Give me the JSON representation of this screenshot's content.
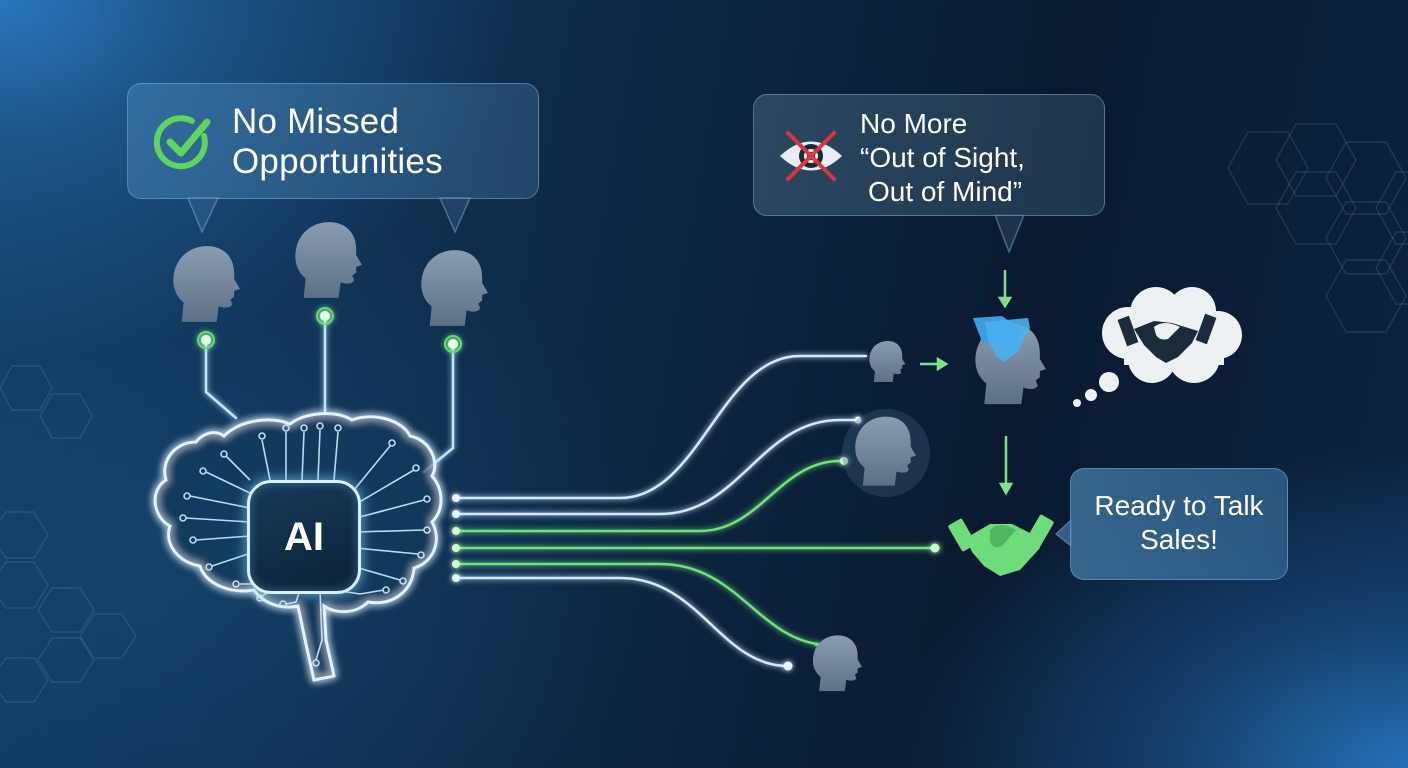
{
  "callouts": {
    "missed": {
      "line1": "No Missed",
      "line2": "Opportunities",
      "icon": "check-circle-icon",
      "icon_color": "#5fd45f"
    },
    "sight": {
      "line1": "No More",
      "line2": "“Out of Sight,",
      "line3": "Out of Mind”",
      "icon": "eye-crossed-icon",
      "cross_color": "#d9363e"
    },
    "sales": {
      "line1": "Ready to Talk",
      "line2": "Sales!"
    }
  },
  "core": {
    "label": "AI",
    "icon": "brain-circuit-icon"
  },
  "nodes": {
    "top_heads": 3,
    "right_heads": 4,
    "output_lines": 6
  },
  "colors": {
    "glow_blue": "#cde9ff",
    "glow_green": "#6fe27a",
    "head": "#7d8fa3",
    "arrow_green": "#7fe08a",
    "handshake_green": "#6fdc7c",
    "hand_blue": "#3aa4e6",
    "bg_dark": "#0a1b30",
    "bg_light": "#2a76bb"
  }
}
